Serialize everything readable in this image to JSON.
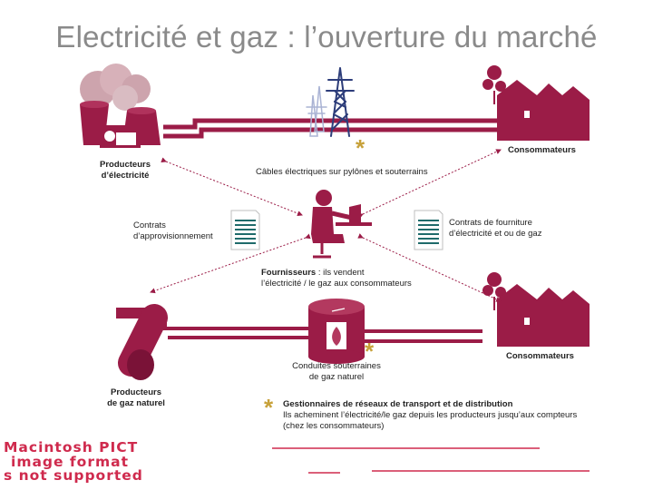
{
  "title": "Electricité et gaz : l’ouverture du marché",
  "producers_elec": {
    "line1": "Producteurs",
    "line2": "d’électricité"
  },
  "cables": "Câbles électriques sur pylônes et souterrains",
  "consumers_top": "Consommateurs",
  "contracts_supply": {
    "line1": "Contrats",
    "line2": "d’approvisionnement"
  },
  "contracts_delivery": {
    "line1": "Contrats de fourniture",
    "line2": "d’électricité et ou de gaz"
  },
  "suppliers": {
    "bold": "Fournisseurs",
    "rest": " : ils vendent",
    "line2": "l’électricité / le gaz aux consommateurs"
  },
  "pipelines": {
    "line1": "Conduites souterraines",
    "line2": "de gaz naturel"
  },
  "consumers_bottom": "Consommateurs",
  "producers_gas": {
    "line1": "Producteurs",
    "line2": "de gaz naturel"
  },
  "network_managers": {
    "heading": "Gestionnaires de réseaux de transport et de distribution",
    "line1": "Ils acheminent l’électricité/le gaz depuis les producteurs jusqu’aux compteurs",
    "line2": "(chez les consommateurs)"
  },
  "asterisk": "*",
  "pict_error": {
    "line1": "Macintosh PICT",
    "line2": "image format",
    "line3": "s not supported"
  },
  "colors": {
    "accent": "#9b1c47",
    "smoke": "#cda4ad",
    "pylon": "#2d3d7a",
    "doc": "#1f6b6b",
    "asterisk": "#c7a13a",
    "pict": "#cf2a4d"
  }
}
